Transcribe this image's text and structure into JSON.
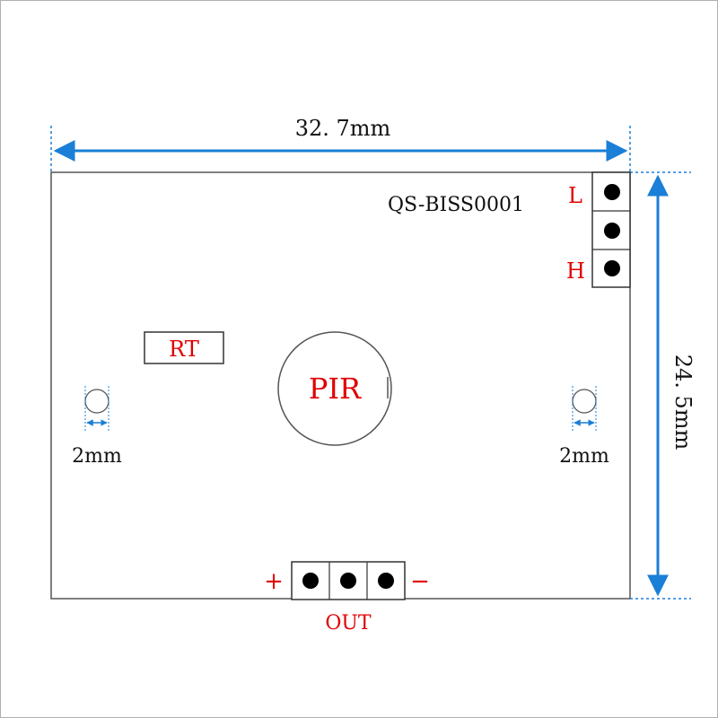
{
  "dimensions": {
    "width_label": "32. 7mm",
    "height_label": "24. 5mm",
    "hole_left_label": "2mm",
    "hole_right_label": "2mm"
  },
  "board": {
    "model": "QS-BISS0001",
    "rt_label": "RT",
    "pir_label": "PIR"
  },
  "jumper": {
    "top_label": "L",
    "bottom_label": "H"
  },
  "output": {
    "plus_label": "+",
    "minus_label": "−",
    "connector_label": "OUT"
  },
  "colors": {
    "label_red": "#e00000",
    "dimension_blue": "#1a7fd6",
    "outline": "#555555"
  }
}
